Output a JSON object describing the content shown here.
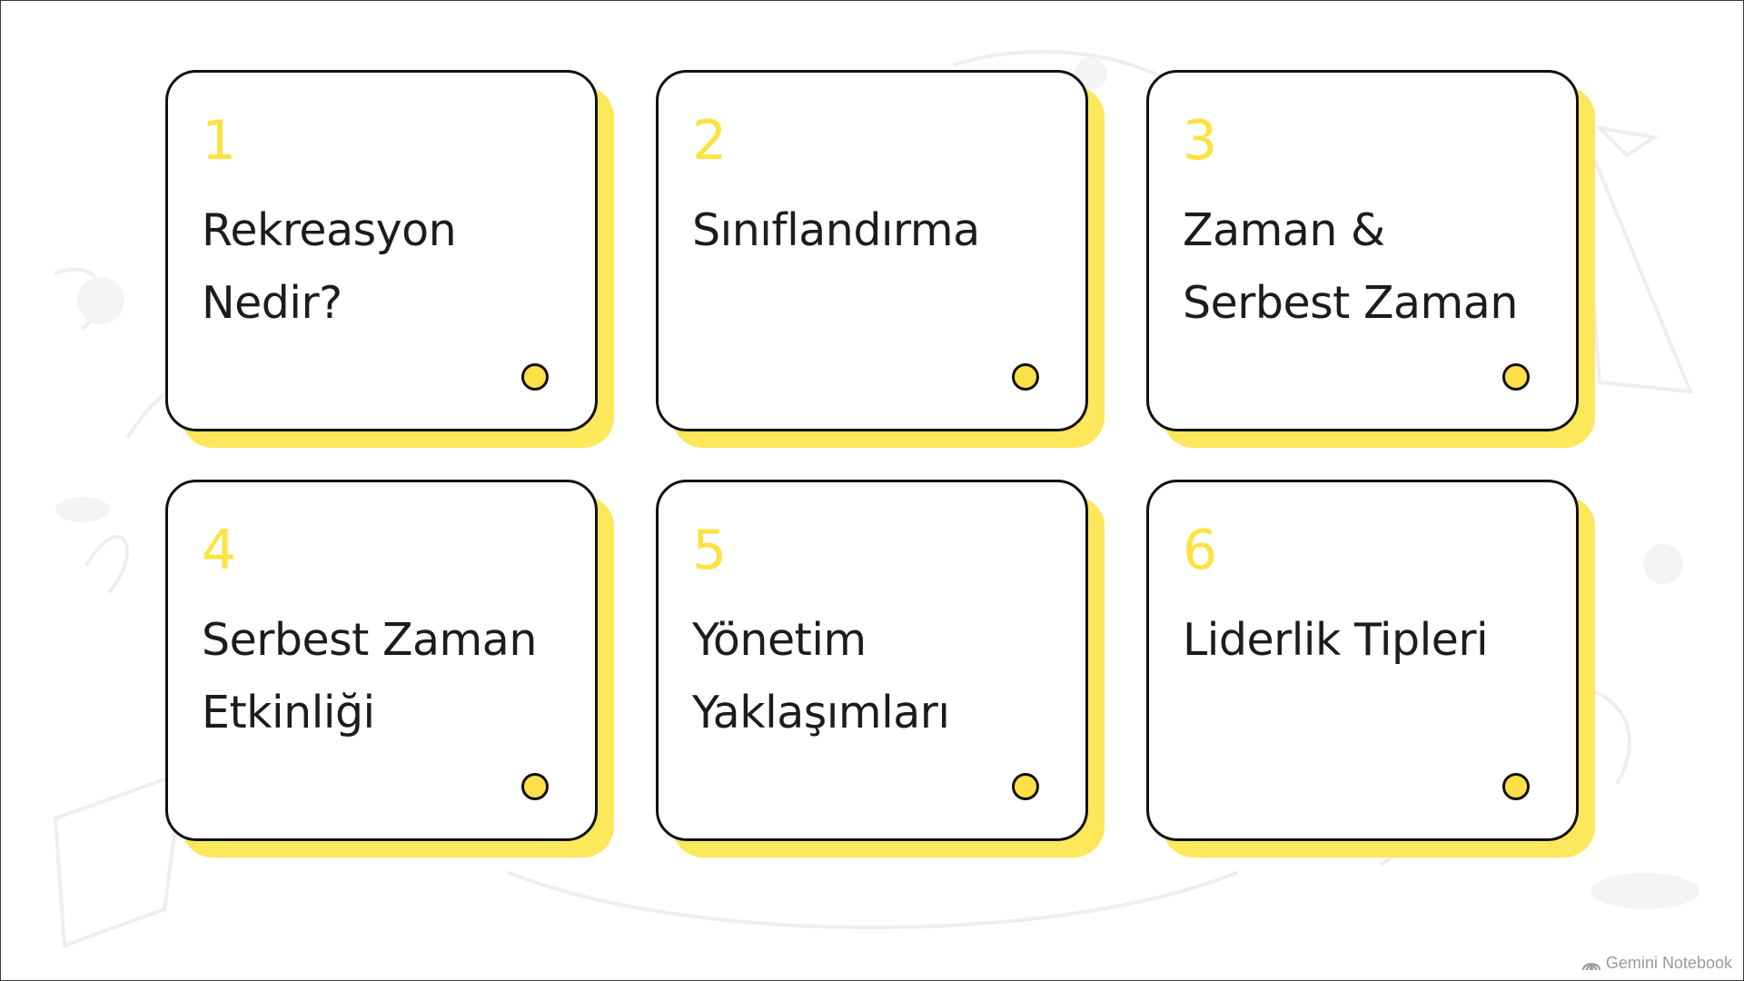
{
  "slide": {
    "cards": [
      {
        "number": "1",
        "title": "Rekreasyon Nedir?"
      },
      {
        "number": "2",
        "title": "Sınıflandırma"
      },
      {
        "number": "3",
        "title": "Zaman & Serbest Zaman"
      },
      {
        "number": "4",
        "title": "Serbest Zaman Etkinliği"
      },
      {
        "number": "5",
        "title": "Yönetim Yaklaşımları"
      },
      {
        "number": "6",
        "title": "Liderlik Tipleri"
      }
    ],
    "watermark": "Gemini Notebook"
  },
  "colors": {
    "accent_yellow": "#fde75a",
    "number_yellow": "#fde23f",
    "card_border": "#111111",
    "title_text": "#1c1c1c",
    "watermark_text": "#9a9a9a"
  },
  "icons": {
    "watermark_icon": "notebook-logo-icon",
    "card_dot": "circle-dot-icon"
  }
}
